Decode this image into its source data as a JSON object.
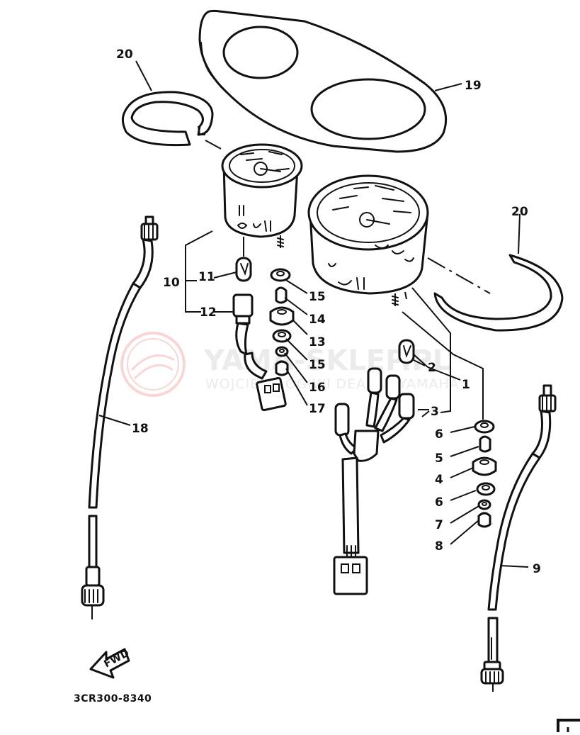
{
  "diagram": {
    "callouts": {
      "c1": "1",
      "c2": "2",
      "c3": "3",
      "c4": "4",
      "c5": "5",
      "c6a": "6",
      "c6b": "6",
      "c7": "7",
      "c8": "8",
      "c9": "9",
      "c10": "10",
      "c11": "11",
      "c12": "12",
      "c13": "13",
      "c14": "14",
      "c15a": "15",
      "c15b": "15",
      "c16": "16",
      "c17": "17",
      "c18": "18",
      "c19": "19",
      "c20a": "20",
      "c20b": "20"
    },
    "drawing_code": "3CR300-8340",
    "fwd_label": "FWD"
  },
  "watermark": {
    "title": "YAMA-SKLEP.PL",
    "subtitle": "WOJCIECH OGIWI DEALER YAMAHA"
  },
  "icons": {
    "fwd_arrow": "fwd-arrow-icon",
    "watermark_logo": "yamaha-logo-icon"
  }
}
